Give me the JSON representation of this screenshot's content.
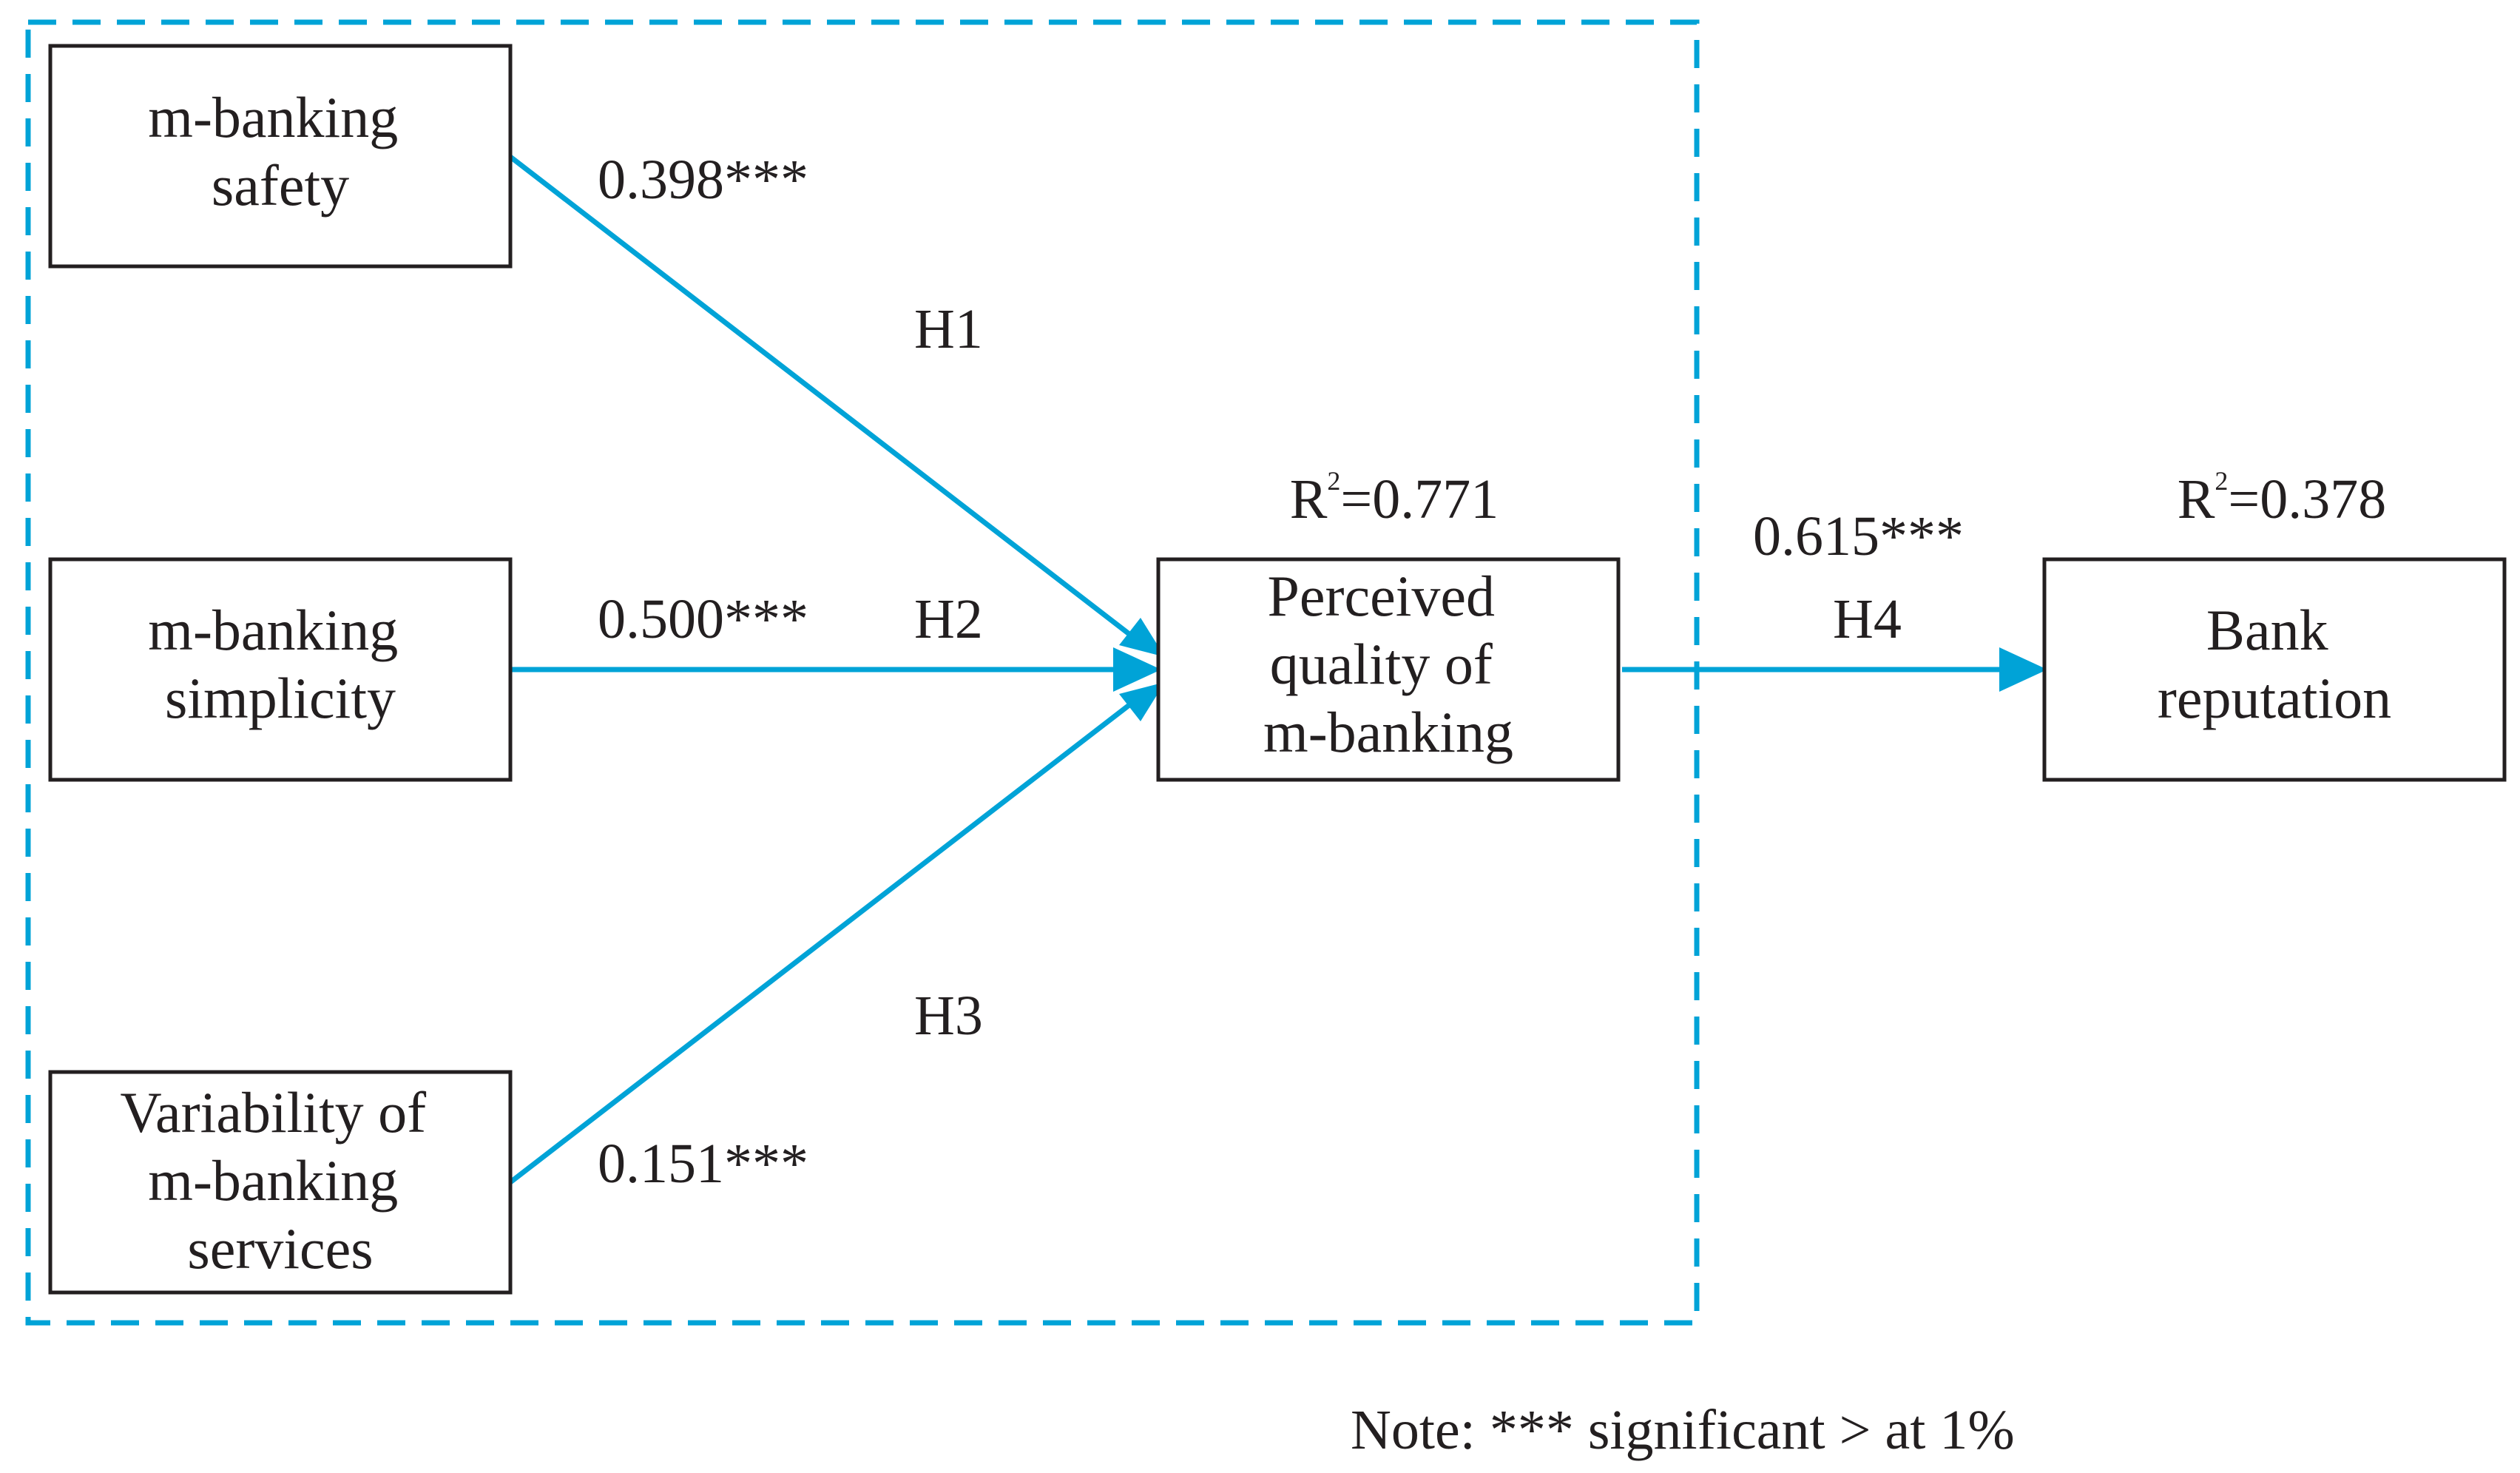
{
  "colors": {
    "accent": "#00a3d7",
    "text": "#231f20",
    "background": "#ffffff"
  },
  "nodes": {
    "safety": {
      "lines": [
        "m-banking",
        "safety"
      ]
    },
    "simplicity": {
      "lines": [
        "m-banking",
        "simplicity"
      ]
    },
    "variability": {
      "lines": [
        "Variability of",
        "m-banking",
        "services"
      ]
    },
    "quality": {
      "lines": [
        "Perceived",
        "quality of",
        "m-banking"
      ]
    },
    "reputation": {
      "lines": [
        "Bank",
        "reputation"
      ]
    }
  },
  "edges": {
    "h1": {
      "hypothesis": "H1",
      "coefficient": "0.398***"
    },
    "h2": {
      "hypothesis": "H2",
      "coefficient": "0.500***"
    },
    "h3": {
      "hypothesis": "H3",
      "coefficient": "0.151***"
    },
    "h4": {
      "hypothesis": "H4",
      "coefficient": "0.615***"
    }
  },
  "r_squared": {
    "quality": {
      "symbol": "R",
      "sup": "2",
      "value": "=0.771"
    },
    "reputation": {
      "symbol": "R",
      "sup": "2",
      "value": "=0.378"
    }
  },
  "note": "Note: *** significant > at 1%"
}
